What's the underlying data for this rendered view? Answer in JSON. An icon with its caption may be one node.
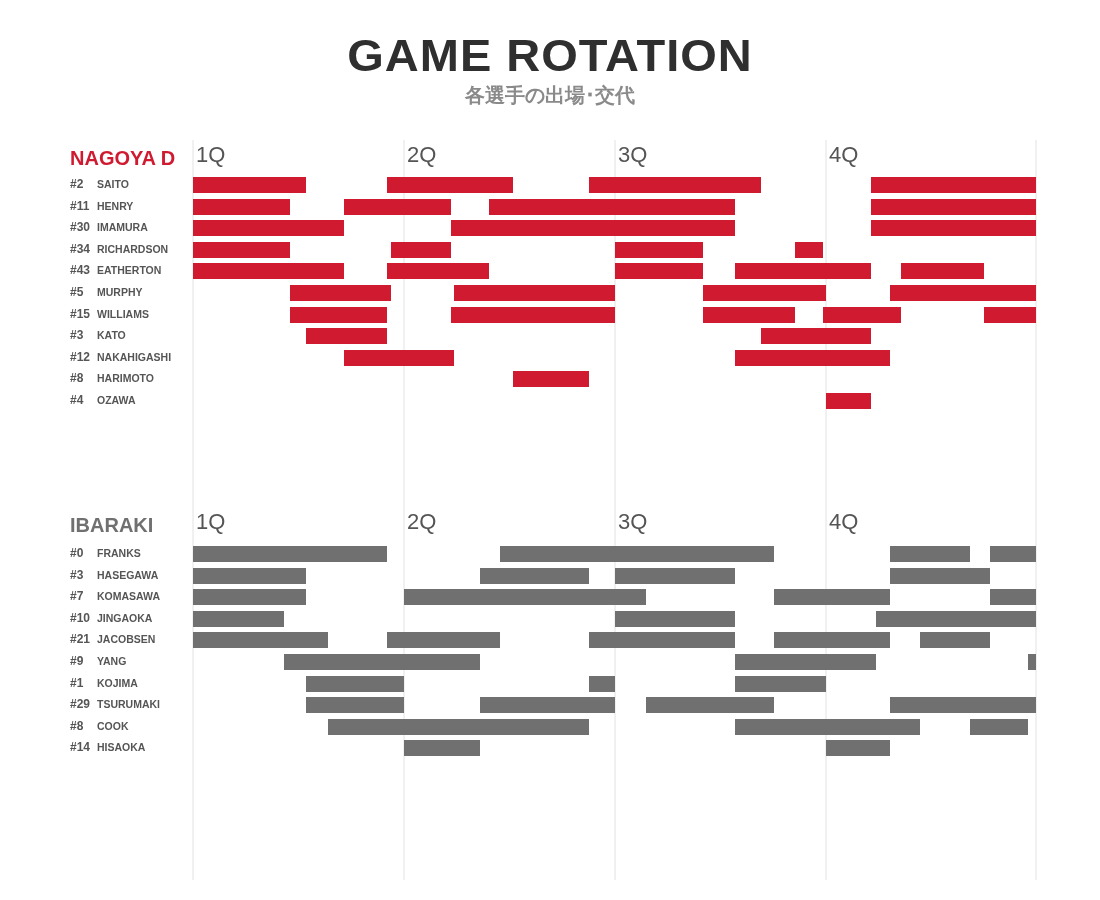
{
  "diagram": {
    "title": "GAME ROTATION",
    "nodes": [
      {
        "text": [],
        "shape": "bar"
      },
      {
        "text": [],
        "shape": "bar"
      },
      {
        "text": [],
        "shape": "bar"
      },
      {
        "text": [],
        "shape": "bar"
      },
      {
        "text": [],
        "shape": "bar"
      },
      {
        "text": [],
        "shape": "bar"
      },
      {
        "text": [],
        "shape": "bar"
      },
      {
        "text": [],
        "shape": "bar"
      },
      {
        "text": [],
        "shape": "bar"
      },
      {
        "text": [],
        "shape": "bar"
      },
      {
        "text": [],
        "shape": "bar"
      },
      {
        "text": [],
        "shape": "bar"
      },
      {
        "text": [],
        "shape": "bar"
      },
      {
        "text": [],
        "shape": "bar"
      },
      {
        "text": [],
        "shape": "bar"
      },
      {
        "text": [],
        "shape": "bar"
      },
      {
        "text": [],
        "shape": "bar"
      },
      {
        "text": [],
        "shape": "bar"
      },
      {
        "text": [],
        "shape": "bar"
      },
      {
        "text": [],
        "shape": "bar"
      },
      {
        "text": [],
        "shape": "bar"
      },
      {
        "text": [],
        "shape": "bar"
      },
      {
        "text": [],
        "shape": "bar"
      },
      {
        "text": [],
        "shape": "bar"
      },
      {
        "text": [],
        "shape": "bar"
      },
      {
        "text": [],
        "shape": "bar"
      },
      {
        "text": [],
        "shape": "bar"
      },
      {
        "text": [],
        "shape": "bar"
      },
      {
        "text": [],
        "shape": "bar"
      },
      {
        "text": [],
        "shape": "bar"
      },
      {
        "text": [],
        "shape": "bar"
      },
      {
        "text": [],
        "shape": "bar"
      },
      {
        "text": [],
        "shape": "bar"
      },
      {
        "text": [],
        "shape": "bar"
      },
      {
        "text": [],
        "shape": "bar"
      },
      {
        "text": [],
        "shape": "bar"
      },
      {
        "text": [],
        "shape": "bar"
      },
      {
        "text": [],
        "shape": "bar"
      },
      {
        "text": [],
        "shape": "bar"
      },
      {
        "text": [],
        "shape": "bar"
      },
      {
        "text": [],
        "shape": "bar"
      },
      {
        "text": [],
        "shape": "bar"
      },
      {
        "text": [],
        "shape": "bar"
      },
      {
        "text": [],
        "shape": "bar"
      },
      {
        "text": [],
        "shape": "bar"
      },
      {
        "text": [],
        "shape": "bar"
      },
      {
        "text": [],
        "shape": "bar"
      },
      {
        "text": [],
        "shape": "bar"
      },
      {
        "text": [],
        "shape": "bar"
      },
      {
        "text": [],
        "shape": "bar"
      },
      {
        "text": [],
        "shape": "bar"
      },
      {
        "text": [],
        "shape": "bar"
      },
      {
        "text": [],
        "shape": "bar"
      },
      {
        "text": [],
        "shape": "bar"
      },
      {
        "text": [],
        "shape": "bar"
      },
      {
        "text": [],
        "shape": "bar"
      },
      {
        "text": [],
        "shape": "bar"
      },
      {
        "text": [],
        "shape": "bar"
      },
      {
        "text": [],
        "shape": "bar"
      },
      {
        "text": [],
        "shape": "bar"
      },
      {
        "text": [],
        "shape": "bar"
      },
      {
        "text": [],
        "shape": "bar"
      },
      {
        "text": [],
        "shape": "bar"
      },
      {
        "text": [],
        "shape": "bar"
      },
      {
        "text": [],
        "shape": "bar"
      },
      {
        "text": [],
        "shape": "bar"
      },
      {
        "text": [],
        "shape": "bar"
      },
      {
        "text": [],
        "shape": "bar"
      },
      {
        "text": [],
        "shape": "bar"
      },
      {
        "text": [],
        "shape": "bar"
      }
    ],
    "labels": [
      "各選手の出場･交代",
      "NAGOYA D",
      "1Q",
      "2Q",
      "3Q",
      "4Q",
      "#2",
      "SAITO",
      "#11",
      "HENRY",
      "#30",
      "IMAMURA",
      "#34",
      "RICHARDSON",
      "#43",
      "EATHERTON",
      "#5",
      "MURPHY",
      "#15",
      "WILLIAMS",
      "#3",
      "KATO",
      "#12",
      "NAKAHIGASHI",
      "#8",
      "HARIMOTO",
      "#4",
      "OZAWA",
      "IBARAKI",
      "1Q",
      "2Q",
      "3Q",
      "4Q",
      "#0",
      "FRANKS",
      "#3",
      "HASEGAWA",
      "#7",
      "KOMASAWA",
      "#10",
      "JINGAOKA",
      "#21",
      "JACOBSEN",
      "#9",
      "YANG",
      "#1",
      "KOJIMA",
      "#29",
      "TSURUMAKI",
      "#8",
      "COOK",
      "#14",
      "HISAOKA"
    ]
  }
}
